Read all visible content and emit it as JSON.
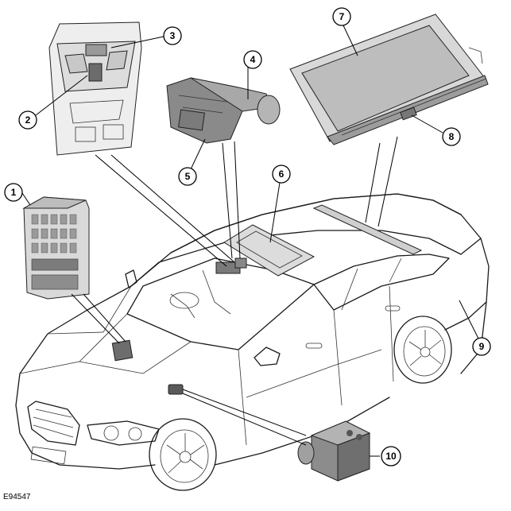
{
  "diagram": {
    "reference_code": "E94547",
    "callouts": [
      {
        "id": "c1",
        "label": "1"
      },
      {
        "id": "c2",
        "label": "2"
      },
      {
        "id": "c3",
        "label": "3"
      },
      {
        "id": "c4",
        "label": "4"
      },
      {
        "id": "c5",
        "label": "5"
      },
      {
        "id": "c6",
        "label": "6"
      },
      {
        "id": "c7",
        "label": "7"
      },
      {
        "id": "c8",
        "label": "8"
      },
      {
        "id": "c9",
        "label": "9"
      },
      {
        "id": "c10",
        "label": "10"
      }
    ]
  }
}
